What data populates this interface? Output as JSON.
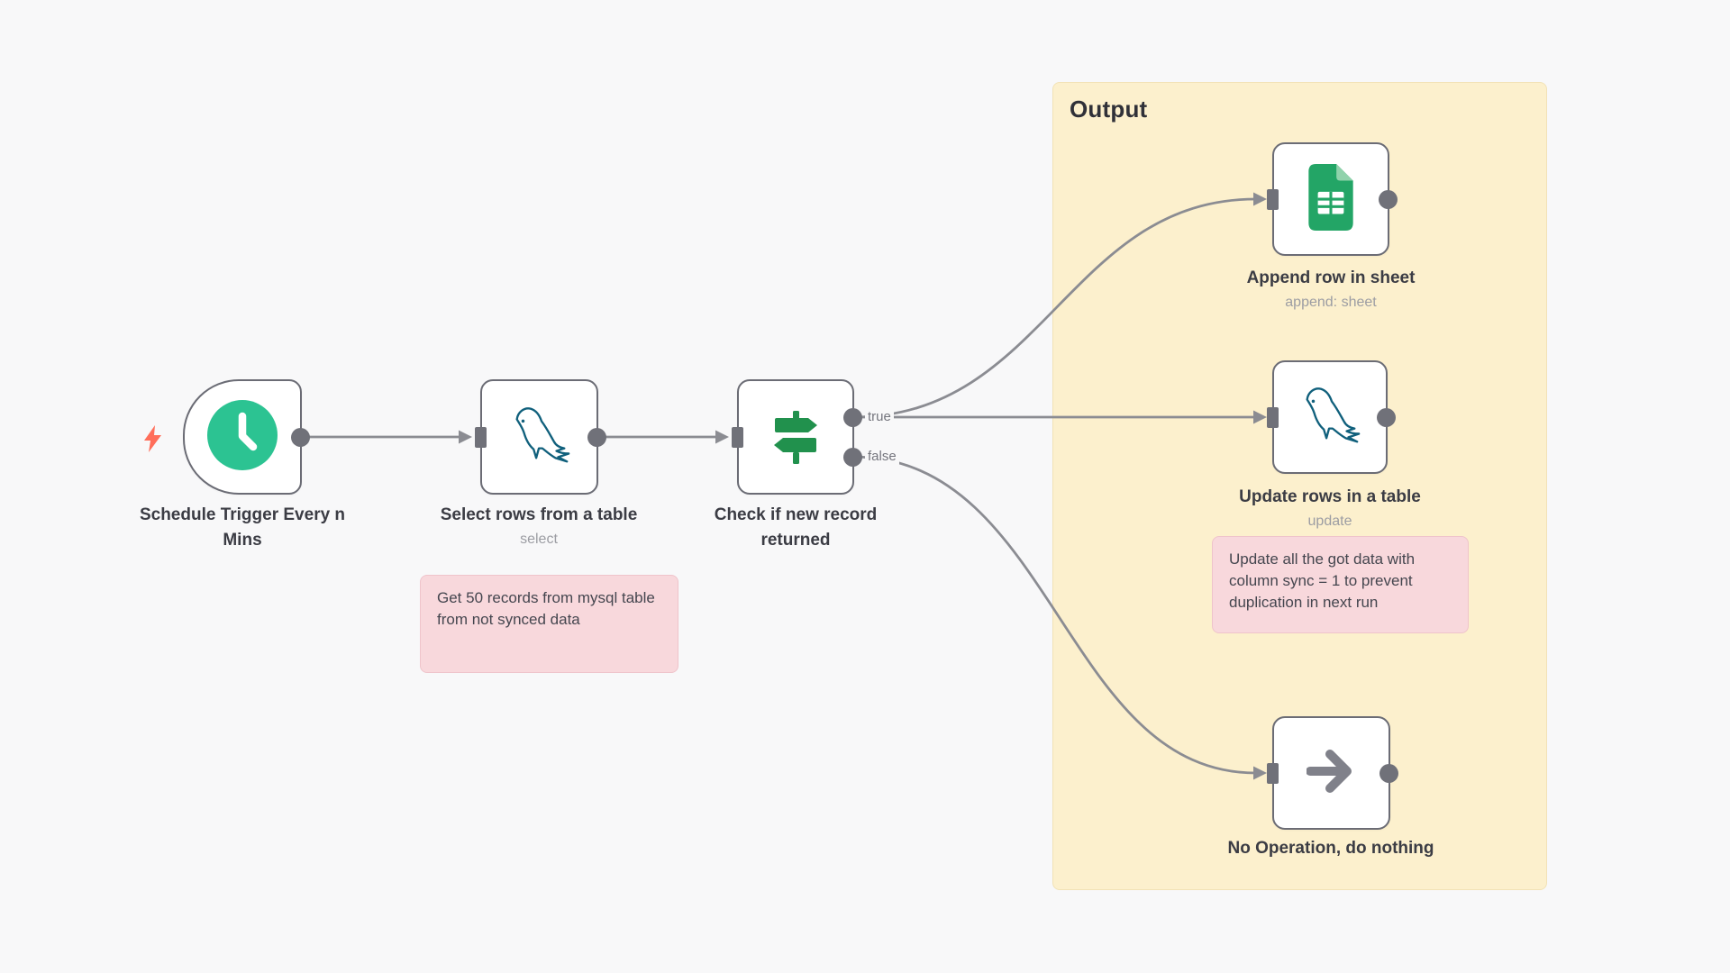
{
  "panel": {
    "title": "Output"
  },
  "nodes": {
    "schedule": {
      "title": "Schedule Trigger Every n Mins"
    },
    "mysql_select": {
      "title": "Select rows from a table",
      "subtitle": "select"
    },
    "check_if": {
      "title": "Check if new record returned",
      "outputs": {
        "true_label": "true",
        "false_label": "false"
      }
    },
    "sheets_append": {
      "title": "Append row in sheet",
      "subtitle": "append: sheet"
    },
    "mysql_update": {
      "title": "Update rows in a table",
      "subtitle": "update"
    },
    "noop": {
      "title": "No Operation, do nothing"
    }
  },
  "notes": {
    "select_note": {
      "text": "Get 50 records from mysql table from not synced data"
    },
    "update_note": {
      "text": "Update all the got data with column sync = 1 to prevent duplication in next run"
    }
  },
  "icons": {
    "schedule": "clock-icon",
    "mysql": "mysql-dolphin-icon",
    "check_if": "signpost-icon",
    "sheets": "google-sheets-icon",
    "noop": "arrow-right-icon",
    "trigger_badge": "lightning-bolt-icon"
  },
  "colors": {
    "canvas_bg": "#f8f8f9",
    "panel_cream": "#fcf0cd",
    "note_pink": "#f8d8dc",
    "node_border": "#6b6c75",
    "connector_gray": "#8b8c92",
    "clock_green": "#2cc392",
    "if_green": "#21914d",
    "sheets_green": "#23a566",
    "mysql_teal": "#10607c",
    "bolt_coral": "#ff6e5a"
  }
}
